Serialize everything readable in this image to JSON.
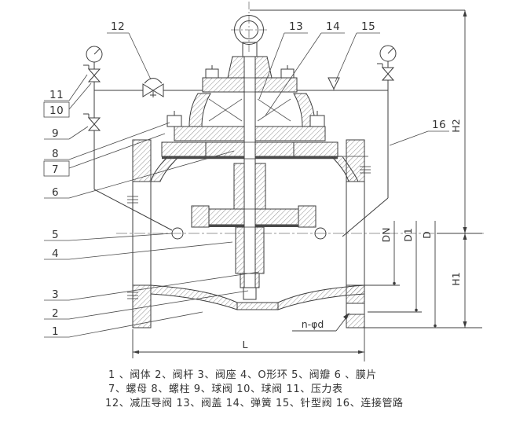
{
  "title": "pressure-reducing-valve-section-drawing",
  "callouts": {
    "c1": "1",
    "c2": "2",
    "c3": "3",
    "c4": "4",
    "c5": "5",
    "c6": "6",
    "c7": "7",
    "c8": "8",
    "c9": "9",
    "c10": "10",
    "c11": "11",
    "c12": "12",
    "c13": "13",
    "c14": "14",
    "c15": "15",
    "c16": "16"
  },
  "dimensions": {
    "length": "L",
    "height_upper": "H2",
    "height_lower": "H1",
    "nominal_bore": "DN",
    "bolt_circle": "D1",
    "flange_od": "D",
    "bolt_holes": "n-φd"
  },
  "legend": {
    "line1": "1 、阀体  2、阀杆  3、阀座  4、O形环  5、阀瓣  6 、膜片",
    "line2": "7、螺母  8、螺柱  9、球阀   10、球阀  11、压力表",
    "line3": "12、减压导阀  13、阀盖  14、弹簧 15、针型阀  16、连接管路"
  }
}
